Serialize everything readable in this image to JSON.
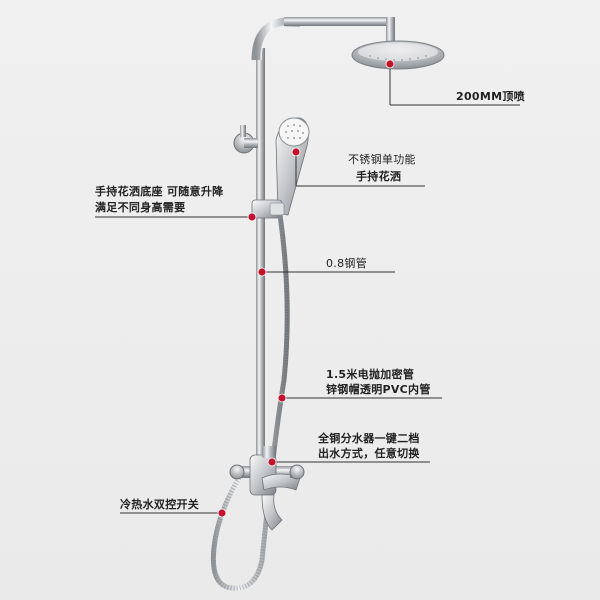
{
  "callouts": {
    "top_shower": "200MM顶喷",
    "handheld_line1": "不锈钢单功能",
    "handheld_line2": "手持花洒",
    "seat_line1": "手持花洒底座  可随意升降",
    "seat_line2": "满足不同身高需要",
    "pipe": "0.8钢管",
    "hose_line1": "1.5米电抛加密管",
    "hose_line2": "锌钢帽透明PVC内管",
    "diverter_line1": "全铜分水器一键二档",
    "diverter_line2": "出水方式，任意切换",
    "mixer": "冷热水双控开关"
  },
  "colors": {
    "marker": "#c8102e",
    "leader_line": "#333333",
    "chrome": "#c9ccd0"
  }
}
